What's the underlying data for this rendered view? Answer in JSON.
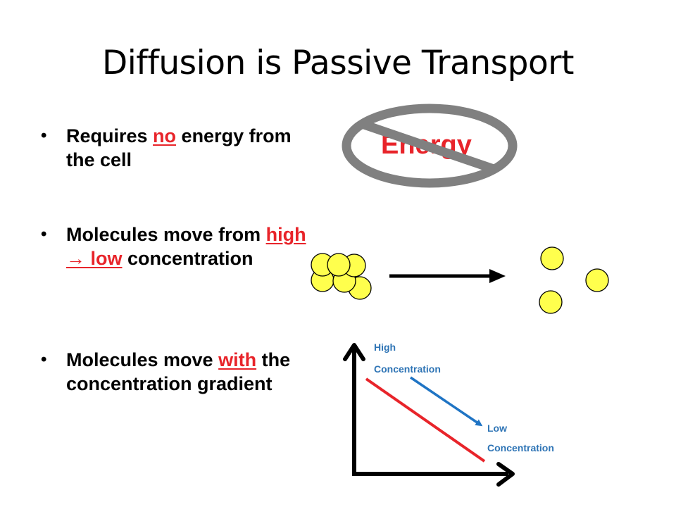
{
  "slide": {
    "title": "Diffusion is Passive Transport",
    "bullets": [
      {
        "pre": "Requires ",
        "highlight": "no",
        "post": " energy from the cell"
      },
      {
        "pre": "Molecules move from ",
        "highlight": "high → low",
        "post": " concentration"
      },
      {
        "pre": "Molecules move ",
        "highlight": "with",
        "post": " the concentration gradient"
      }
    ],
    "bullet_glyph": "•",
    "energy_sign": {
      "text": "Energy",
      "icon": "no-symbol-icon"
    },
    "graph": {
      "high_label_1": "High",
      "high_label_2": "Concentration",
      "low_label_1": "Low",
      "low_label_2": "Concentration"
    },
    "colors": {
      "highlight": "#e8242a",
      "molecule": "#ffff4d",
      "gradient_line": "#e8242a",
      "flow_arrow": "#1f74c4",
      "label": "#2e74b5",
      "no_sign": "#808080"
    }
  }
}
